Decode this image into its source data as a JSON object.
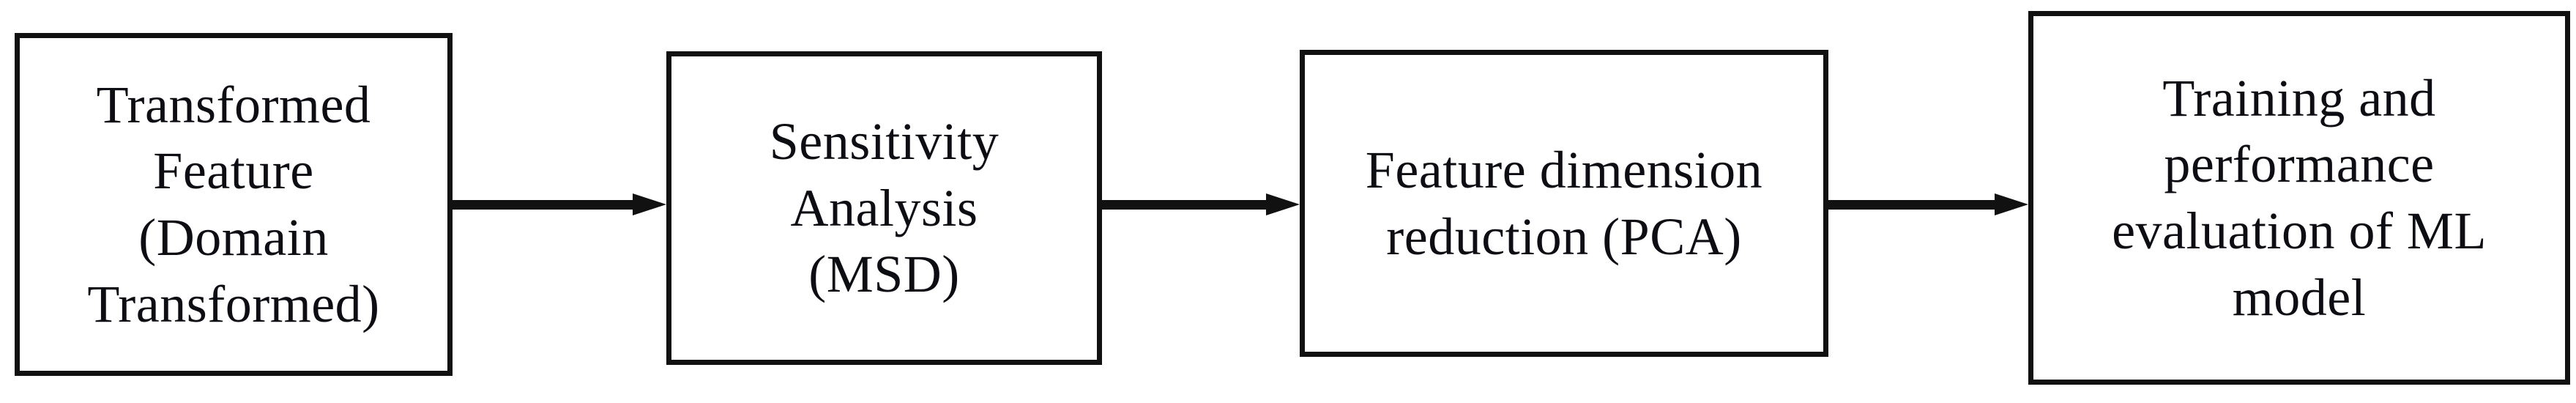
{
  "diagram": {
    "type": "flowchart",
    "orientation": "left-to-right",
    "background_color": "#ffffff",
    "stroke_color": "#111111",
    "text_color": "#0d0d14",
    "nodes": [
      {
        "id": "transformed-feature",
        "label": "Transformed\nFeature\n(Domain\nTransformed)",
        "shape": "rectangle"
      },
      {
        "id": "sensitivity-analysis",
        "label": "Sensitivity\nAnalysis\n(MSD)",
        "shape": "rectangle"
      },
      {
        "id": "feature-dimension-reduction",
        "label": "Feature dimension\nreduction (PCA)",
        "shape": "rectangle"
      },
      {
        "id": "training-evaluation",
        "label": "Training and\nperformance\nevaluation of ML\nmodel",
        "shape": "rectangle"
      }
    ],
    "edges": [
      {
        "id": "edge-1",
        "from": "transformed-feature",
        "to": "sensitivity-analysis",
        "style": "solid-arrow",
        "label": ""
      },
      {
        "id": "edge-2",
        "from": "sensitivity-analysis",
        "to": "feature-dimension-reduction",
        "style": "solid-arrow",
        "label": ""
      },
      {
        "id": "edge-3",
        "from": "feature-dimension-reduction",
        "to": "training-evaluation",
        "style": "solid-arrow",
        "label": ""
      }
    ]
  }
}
